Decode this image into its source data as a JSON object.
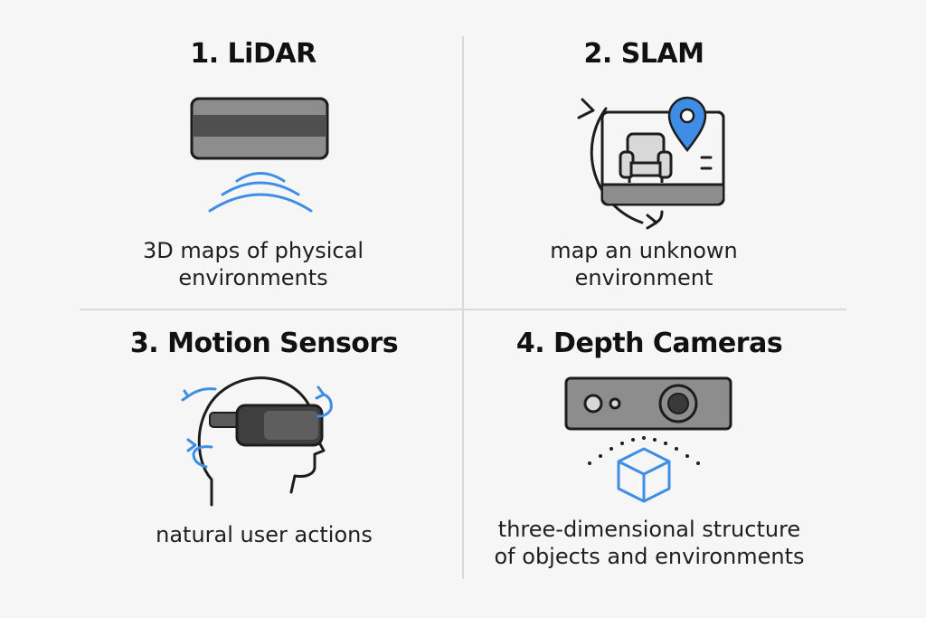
{
  "colors": {
    "background": "#f6f6f6",
    "accent_blue": "#3f8ee6",
    "device_gray": "#8d8d8d",
    "device_dark": "#4a4a4a",
    "divider": "#d9d9d9"
  },
  "quadrants": [
    {
      "title": "1. LiDAR",
      "caption_lines": [
        "3D maps of physical",
        "environments"
      ],
      "icon": "lidar-sensor-icon"
    },
    {
      "title": "2. SLAM",
      "caption_lines": [
        "map an unknown",
        "environment"
      ],
      "icon": "slam-map-icon"
    },
    {
      "title": "3. Motion Sensors",
      "caption_lines": [
        "natural user actions"
      ],
      "icon": "vr-headset-icon"
    },
    {
      "title": "4. Depth Cameras",
      "caption_lines": [
        "three-dimensional structure",
        "of objects and environments"
      ],
      "icon": "depth-camera-icon"
    }
  ]
}
